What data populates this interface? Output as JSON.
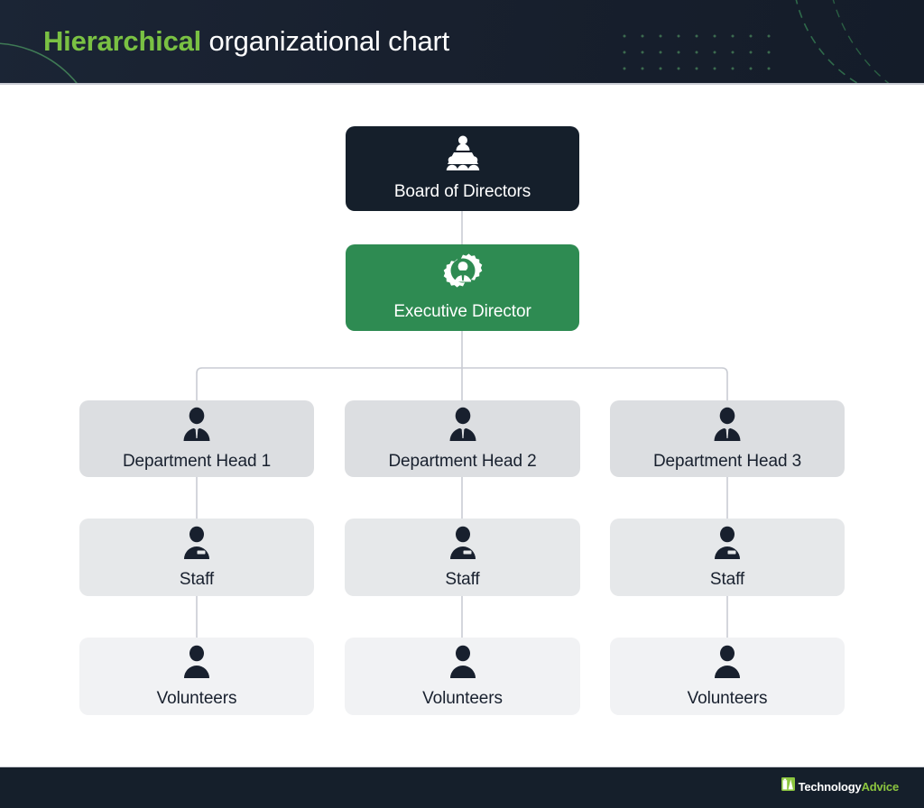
{
  "header": {
    "title_accent": "Hierarchical",
    "title_rest": " organizational chart",
    "background_color": "#18202e",
    "accent_color": "#7ac143"
  },
  "chart_data": {
    "type": "diagram",
    "diagram_type": "hierarchical-organizational-chart",
    "title": "Hierarchical organizational chart",
    "levels": 5,
    "nodes": [
      {
        "id": "board",
        "label": "Board of Directors",
        "level": 0,
        "icon": "board-meeting-icon",
        "style": "dark",
        "fill": "#151f2b",
        "text_color": "#ffffff"
      },
      {
        "id": "exec",
        "label": "Executive Director",
        "level": 1,
        "icon": "gear-person-icon",
        "style": "green",
        "fill": "#2e8b52",
        "text_color": "#ffffff"
      },
      {
        "id": "dept1",
        "label": "Department Head 1",
        "level": 2,
        "icon": "business-person-icon",
        "style": "grey",
        "fill": "#dcdee1",
        "text_color": "#18202e"
      },
      {
        "id": "dept2",
        "label": "Department Head 2",
        "level": 2,
        "icon": "business-person-icon",
        "style": "grey",
        "fill": "#dcdee1",
        "text_color": "#18202e"
      },
      {
        "id": "dept3",
        "label": "Department Head 3",
        "level": 2,
        "icon": "business-person-icon",
        "style": "grey",
        "fill": "#dcdee1",
        "text_color": "#18202e"
      },
      {
        "id": "staff1",
        "label": "Staff",
        "level": 3,
        "icon": "staff-badge-person-icon",
        "style": "grey2",
        "fill": "#e6e8ea",
        "text_color": "#18202e"
      },
      {
        "id": "staff2",
        "label": "Staff",
        "level": 3,
        "icon": "staff-badge-person-icon",
        "style": "grey2",
        "fill": "#e6e8ea",
        "text_color": "#18202e"
      },
      {
        "id": "staff3",
        "label": "Staff",
        "level": 3,
        "icon": "staff-badge-person-icon",
        "style": "grey2",
        "fill": "#e6e8ea",
        "text_color": "#18202e"
      },
      {
        "id": "vol1",
        "label": "Volunteers",
        "level": 4,
        "icon": "person-icon",
        "style": "grey3",
        "fill": "#f1f2f4",
        "text_color": "#18202e"
      },
      {
        "id": "vol2",
        "label": "Volunteers",
        "level": 4,
        "icon": "person-icon",
        "style": "grey3",
        "fill": "#f1f2f4",
        "text_color": "#18202e"
      },
      {
        "id": "vol3",
        "label": "Volunteers",
        "level": 4,
        "icon": "person-icon",
        "style": "grey3",
        "fill": "#f1f2f4",
        "text_color": "#18202e"
      }
    ],
    "edges": [
      {
        "from": "board",
        "to": "exec"
      },
      {
        "from": "exec",
        "to": "dept1"
      },
      {
        "from": "exec",
        "to": "dept2"
      },
      {
        "from": "exec",
        "to": "dept3"
      },
      {
        "from": "dept1",
        "to": "staff1"
      },
      {
        "from": "dept2",
        "to": "staff2"
      },
      {
        "from": "dept3",
        "to": "staff3"
      },
      {
        "from": "staff1",
        "to": "vol1"
      },
      {
        "from": "staff2",
        "to": "vol2"
      },
      {
        "from": "staff3",
        "to": "vol3"
      }
    ]
  },
  "footer": {
    "brand_first": "Technology",
    "brand_second": "Advice",
    "brand_accent": "#8cc63f",
    "background_color": "#151f2b"
  }
}
